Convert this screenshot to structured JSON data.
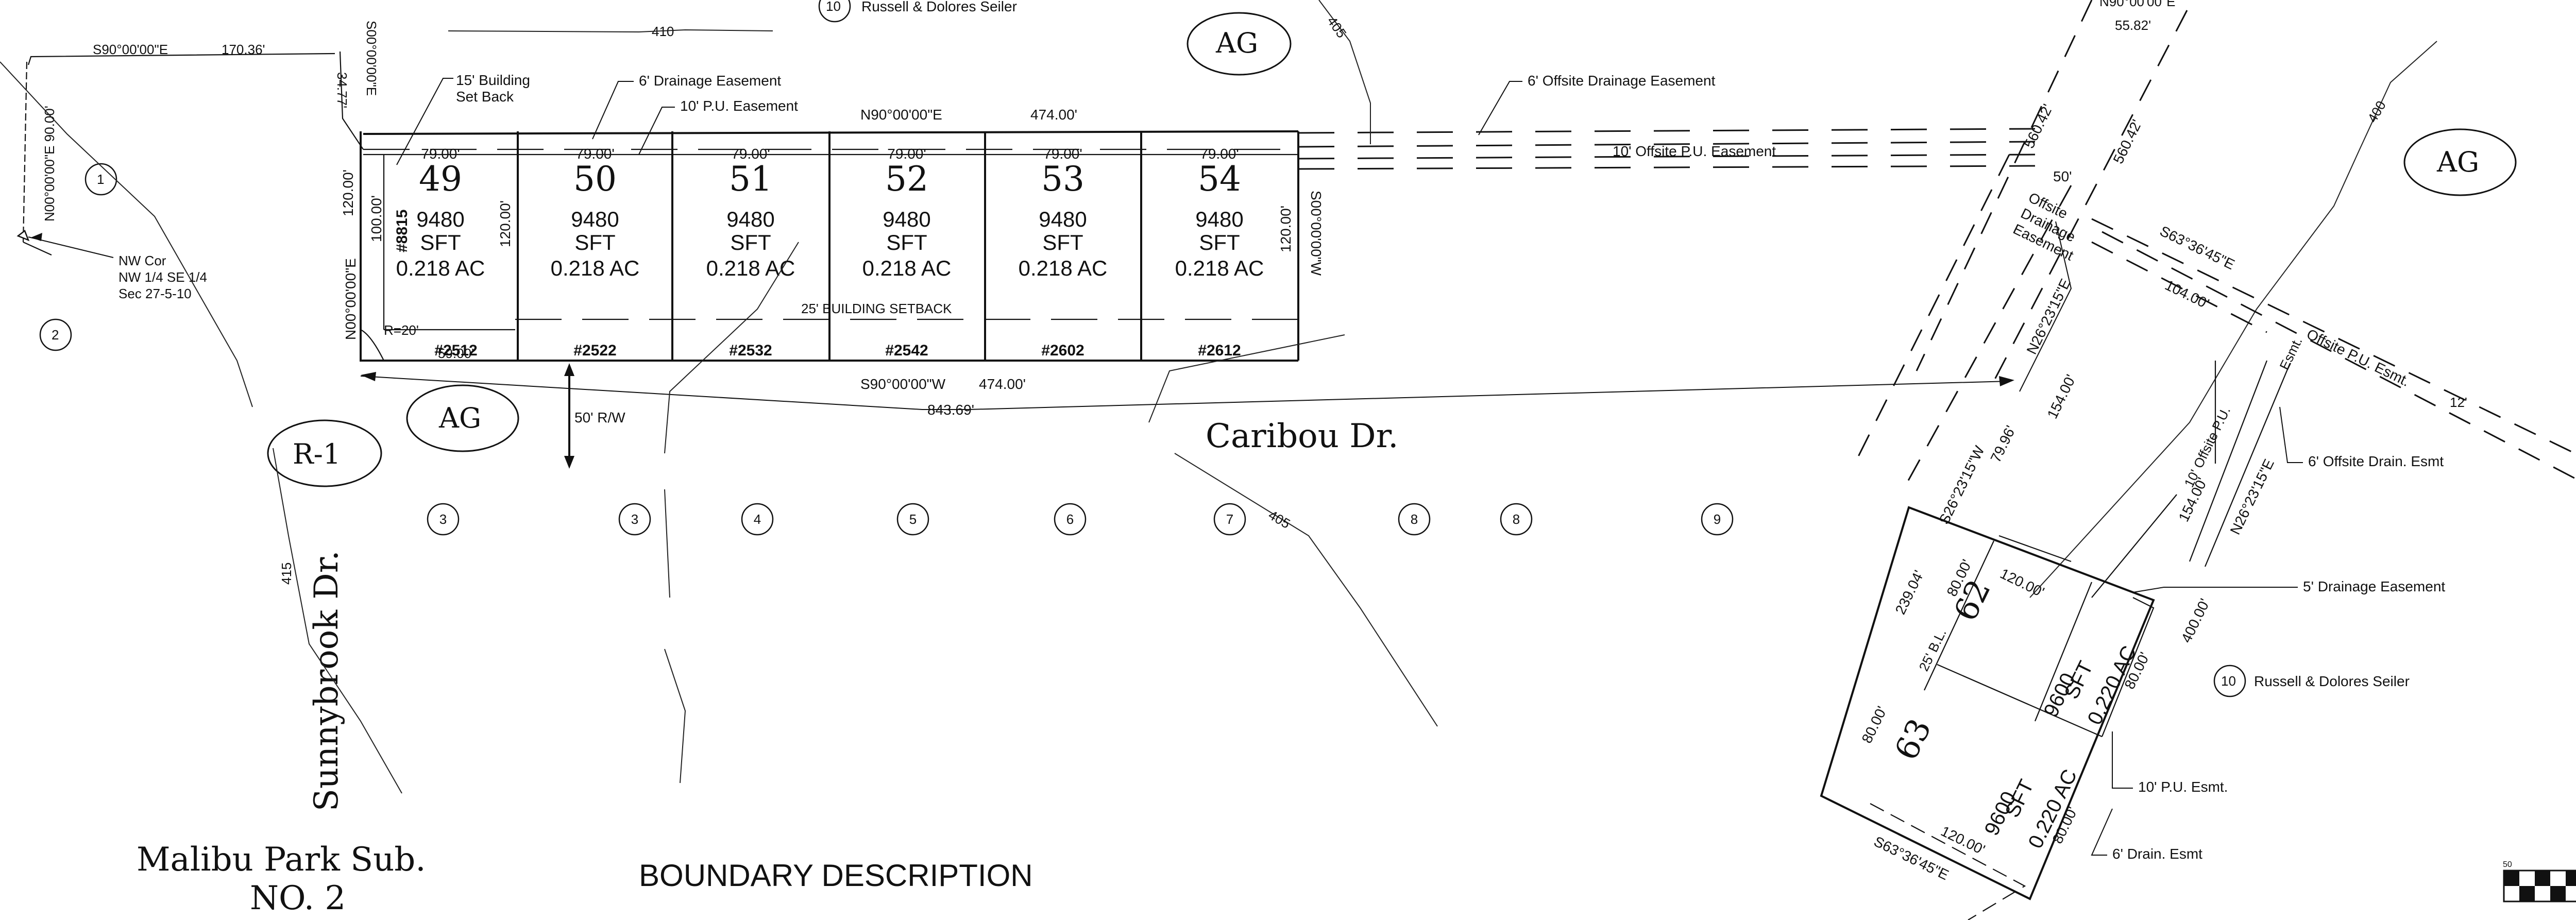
{
  "zones": {
    "ag1": "AG",
    "ag2": "AG",
    "ag3": "AG",
    "r1": "R-1"
  },
  "streets": {
    "caribou": "Caribou Dr.",
    "sunnybrook": "Sunnybrook Dr."
  },
  "subdivision": {
    "line1": "Malibu Park Sub.",
    "line2": "NO. 2"
  },
  "boundary_title": "BOUNDARY DESCRIPTION",
  "owner_label": "Russell & Dolores Seiler",
  "parcels": {
    "p1": "1",
    "p2": "2",
    "p3a": "3",
    "p3b": "3",
    "p4": "4",
    "p5": "5",
    "p6": "6",
    "p7": "7",
    "p8a": "8",
    "p8b": "8",
    "p9": "9",
    "p10a": "10",
    "p10b": "10"
  },
  "contours": {
    "c410": "410",
    "c405a": "405",
    "c405b": "405",
    "c415": "415",
    "c400": "400"
  },
  "lots": [
    {
      "number": "49",
      "width": "79.00'",
      "area": "9480",
      "unit": "SFT",
      "acres": "0.218 AC",
      "address": "#2512"
    },
    {
      "number": "50",
      "width": "79.00'",
      "area": "9480",
      "unit": "SFT",
      "acres": "0.218 AC",
      "address": "#2522"
    },
    {
      "number": "51",
      "width": "79.00'",
      "area": "9480",
      "unit": "SFT",
      "acres": "0.218 AC",
      "address": "#2532"
    },
    {
      "number": "52",
      "width": "79.00'",
      "area": "9480",
      "unit": "SFT",
      "acres": "0.218 AC",
      "address": "#2542"
    },
    {
      "number": "53",
      "width": "79.00'",
      "area": "9480",
      "unit": "SFT",
      "acres": "0.218 AC",
      "address": "#2602"
    },
    {
      "number": "54",
      "width": "79.00'",
      "area": "9480",
      "unit": "SFT",
      "acres": "0.218 AC",
      "address": "#2612"
    }
  ],
  "lot49_extra": {
    "address_side": "#8815",
    "radius": "R=20'",
    "width_bottom": "59.00'"
  },
  "lots_south": [
    {
      "number": "62",
      "area": "9600",
      "unit": "SFT",
      "acres": "0.220 AC"
    },
    {
      "number": "63",
      "area": "9600",
      "unit": "SFT",
      "acres": "0.220 AC"
    }
  ],
  "labels": {
    "building_setback": "15' Building\nSet Back",
    "drainage_easement": "6' Drainage Easement",
    "pu_easement": "10' P.U. Easement",
    "offsite_drainage": "6' Offsite Drainage Easement",
    "offsite_pu": "10' Offsite P.U. Easement",
    "setback_25": "25' BUILDING SETBACK",
    "row": "50' R/W",
    "nw_corner": "NW Cor\nNW 1/4 SE 1/4\nSec 27-5-10",
    "offsite_drainage_block": "Offsite\nDrainage\nEasement",
    "offsite_pu_esmt": "Offsite P.U. Esmt.",
    "offsite_pu_10": "10' Offsite P.U.",
    "esmt": "Esmt.",
    "offsite_drain_6": "6' Offsite Drain. Esmt",
    "drainage_5": "5' Drainage Easement",
    "pu_esmt_10": "10' P.U. Esmt.",
    "drain_esmt_6": "6' Drain. Esmt",
    "bl_25": "25' B.L."
  },
  "bearings": {
    "b_s90_top": "S90°00'00\"E",
    "b_d17036": "170.36'",
    "b_d410": "410",
    "b_s00": "S00°00'00\"E",
    "b_d3477": "34.77'",
    "b_n00_left": "N00°00'00\"E  90.00'",
    "b_n90": "N90°00'00\"E",
    "b_d474_top": "474.00'",
    "b_s90_bottom": "S90°00'00\"W",
    "b_d474_bottom": "474.00'",
    "b_d84369": "843.69'",
    "b_d120_left": "120.00'",
    "b_d100": "100.00'",
    "b_d120_lot": "120.00'",
    "b_n00_west": "N00°00'00\"E",
    "b_s00_east": "S00°00'00\"W",
    "b_d120_east": "120.00'",
    "b_n90_top": "N90°00'00\"E",
    "b_d5582": "55.82'",
    "b_d56042a": "560.42'",
    "b_d56042b": "560.42'",
    "b_d50": "50'",
    "b_s63_a": "S63°36'45\"E",
    "b_d104": "104.00'",
    "b_d12": "12'",
    "b_n26_a": "N26°23'15\"E",
    "b_d154a": "154.00'",
    "b_d154b": "154.00'",
    "b_n26_b": "N26°23'15\"E",
    "b_s26": "S26°23'15\"W",
    "b_d7996": "79.96'",
    "b_d23904": "239.04'",
    "b_d80a": "80.00'",
    "b_d120_s": "120.00'",
    "b_d400": "400.00'",
    "b_d80b": "80.00'",
    "b_d80c": "80.00'",
    "b_d80d": "80.00'",
    "b_d120_s2": "120.00'",
    "b_s63_b": "S63°36'45\"E"
  },
  "scale": {
    "label": "50"
  }
}
